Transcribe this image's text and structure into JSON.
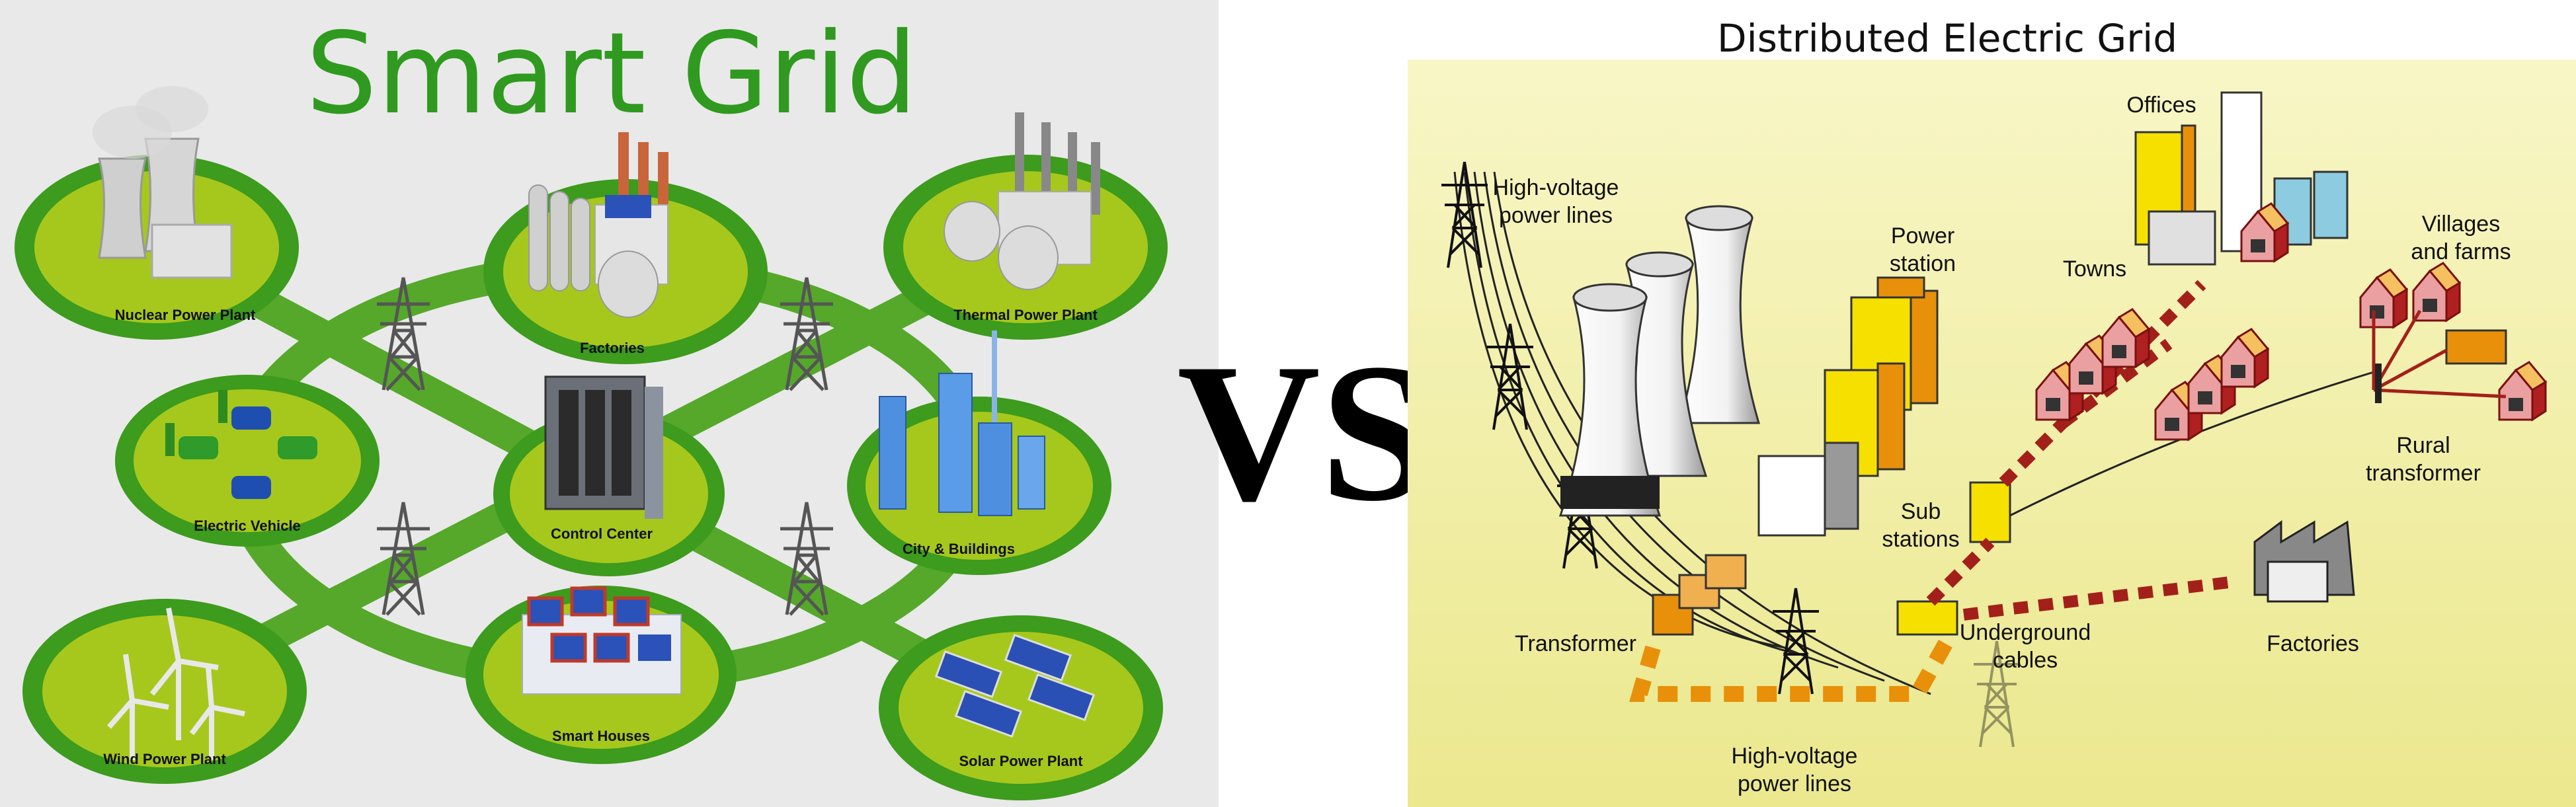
{
  "smart_grid": {
    "title": "Smart Grid",
    "nodes": {
      "nuclear": "Nuclear Power Plant",
      "factories": "Factories",
      "thermal": "Thermal Power Plant",
      "ev": "Electric Vehicle",
      "control": "Control Center",
      "city": "City &  Buildings",
      "wind": "Wind Power Plant",
      "houses": "Smart Houses",
      "solar": "Solar Power Plant"
    },
    "colors": {
      "title": "#2f9a1f",
      "road": "#55a82a",
      "ring": "#3d9b1d",
      "pad": "#a6c81c",
      "background": "#e9e9e9"
    }
  },
  "vs_label": "VS",
  "distributed_grid": {
    "title": "Distributed Electric Grid",
    "labels": {
      "hv_top_1": "High-voltage",
      "hv_top_2": "power lines",
      "power_station_1": "Power",
      "power_station_2": "station",
      "offices": "Offices",
      "towns": "Towns",
      "villages_1": "Villages",
      "villages_2": "and farms",
      "rural_1": "Rural",
      "rural_2": "transformer",
      "sub_1": "Sub",
      "sub_2": "stations",
      "transformer": "Transformer",
      "underground_1": "Underground",
      "underground_2": "cables",
      "factories": "Factories",
      "hv_bottom_1": "High-voltage",
      "hv_bottom_2": "power lines"
    },
    "colors": {
      "background_top": "#f8f6c6",
      "background_bottom": "#ebe88e",
      "accent_orange": "#e8900a",
      "accent_yellow": "#f5e000",
      "cable_red": "#a3201a"
    }
  }
}
